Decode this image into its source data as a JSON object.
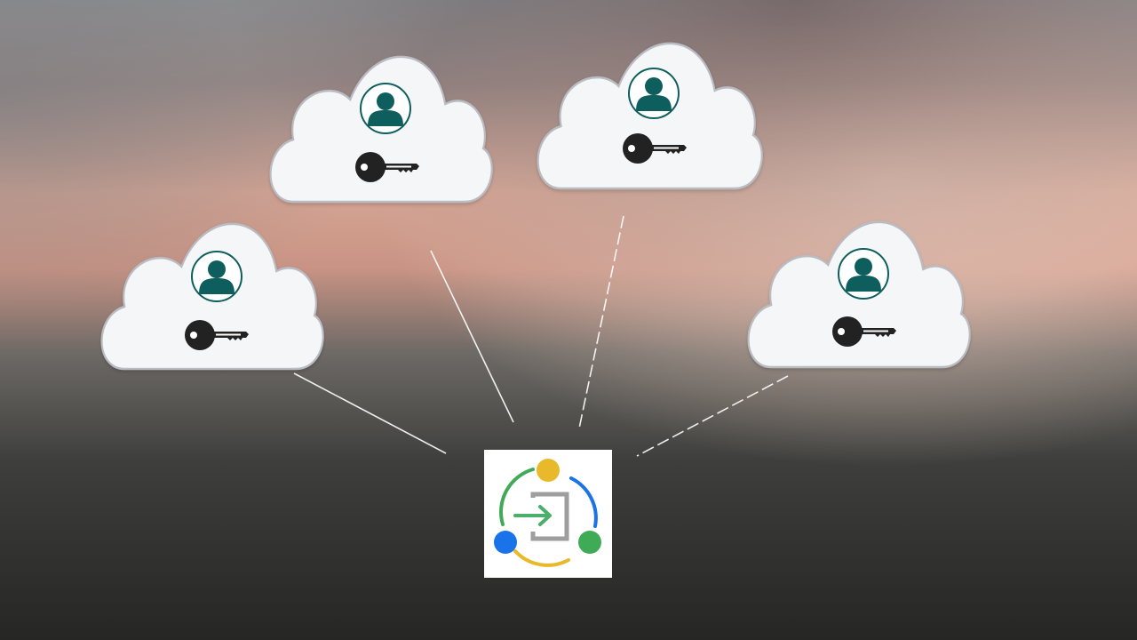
{
  "colors": {
    "cloud_fill": "#f5f6f8",
    "cloud_stroke": "#b9bcc2",
    "avatar": "#0f5e5e",
    "key": "#222222",
    "connector": "#ffffff",
    "hub_yellow": "#e8b92a",
    "hub_green": "#3fab57",
    "hub_blue": "#1a73e8",
    "hub_door": "#9e9e9e",
    "hub_arrow": "#4cae6b"
  },
  "diagram": {
    "clouds": [
      {
        "icons": [
          "user-avatar-icon",
          "key-icon"
        ]
      },
      {
        "icons": [
          "user-avatar-icon",
          "key-icon"
        ]
      },
      {
        "icons": [
          "user-avatar-icon",
          "key-icon"
        ]
      },
      {
        "icons": [
          "user-avatar-icon",
          "key-icon"
        ]
      }
    ],
    "connectors": [
      {
        "style": "solid"
      },
      {
        "style": "solid"
      },
      {
        "style": "dashed"
      },
      {
        "style": "dashed"
      }
    ],
    "hub": {
      "icon": "sso-login-hub-icon"
    }
  }
}
